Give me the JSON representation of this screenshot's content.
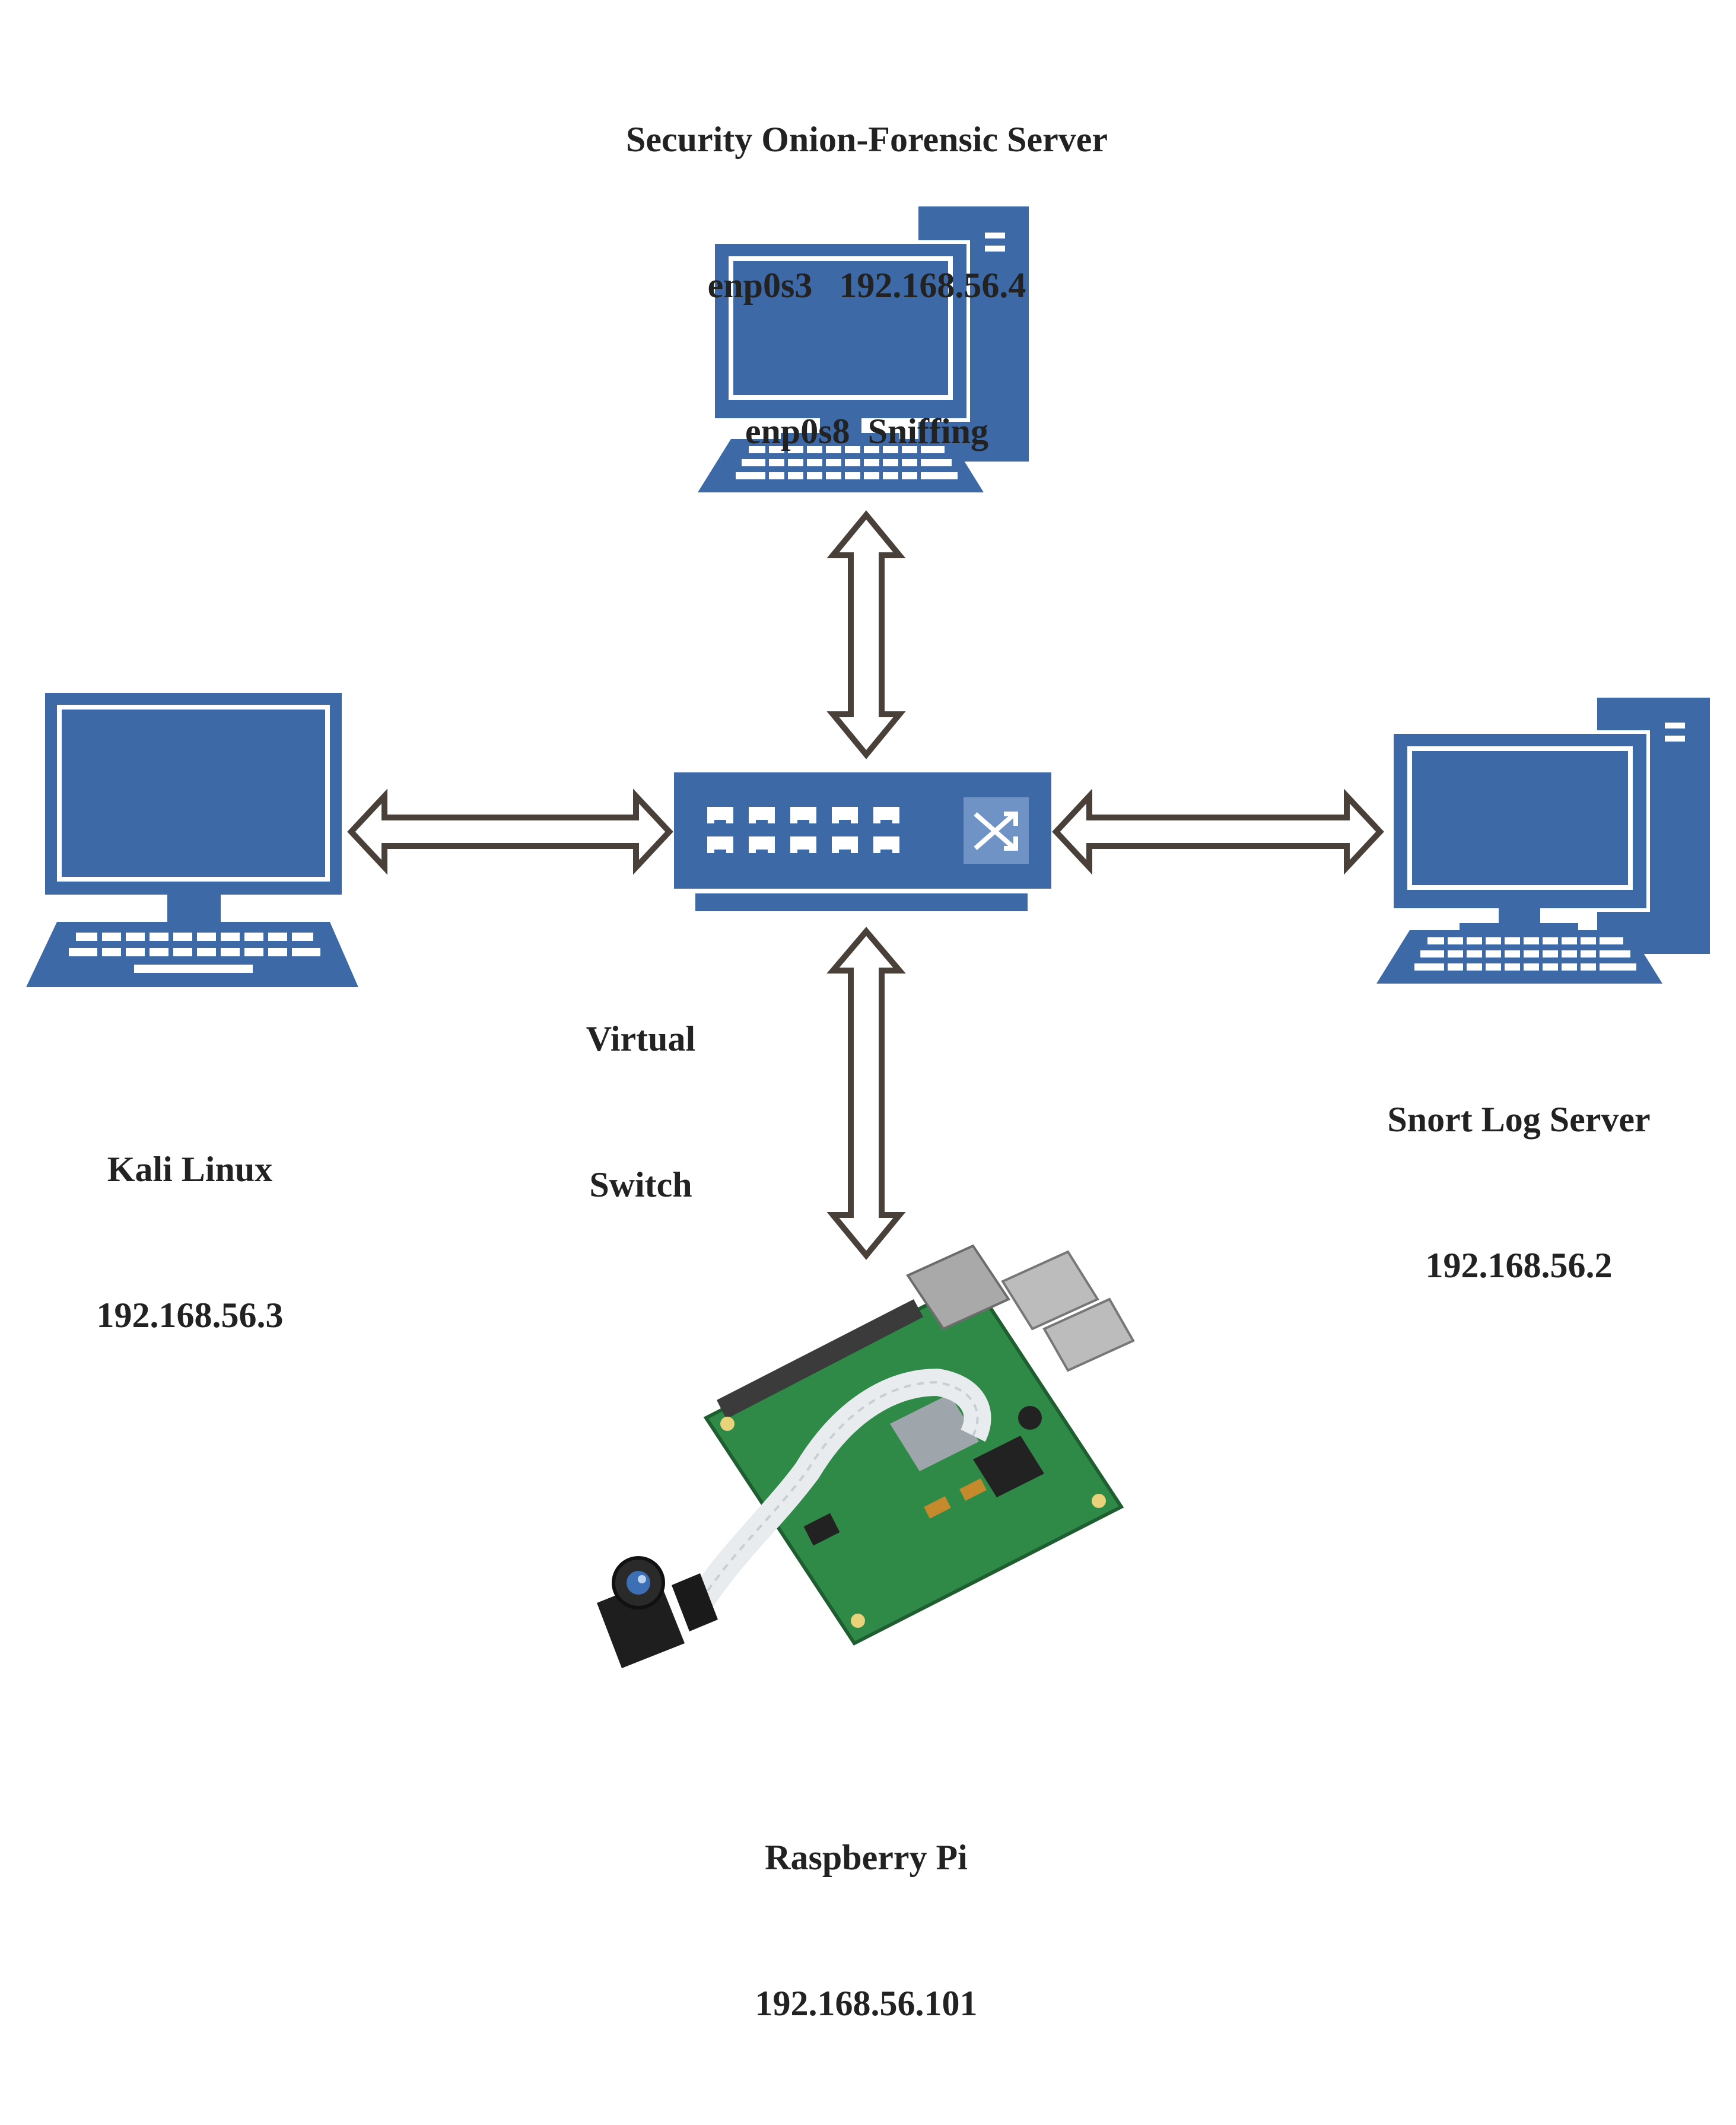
{
  "colors": {
    "device_blue": "#3d6aa6",
    "screen_blue": "#3d6aa6",
    "keys": "#ffffff",
    "arrow_stroke": "#4a403a",
    "text": "#222222",
    "pcb_green": "#2f8a47",
    "ribbon": "#e9ecef"
  },
  "nodes": {
    "security_onion": {
      "name": "Security Onion-Forensic Server",
      "line2": "enp0s3   192.168.56.4",
      "line3": "enp0s8  Sniffing",
      "icon": "desktop-computer-icon"
    },
    "kali": {
      "name": "Kali Linux",
      "ip": "192.168.56.3",
      "icon": "laptop-icon"
    },
    "virtual_switch": {
      "line1": "Virtual",
      "line2": "Switch",
      "icon": "network-switch-icon"
    },
    "snort": {
      "name": "Snort Log Server",
      "ip": "192.168.56.2",
      "icon": "desktop-computer-icon"
    },
    "raspberry_pi": {
      "name": "Raspberry Pi",
      "ip": "192.168.56.101",
      "icon": "raspberry-pi-with-camera-icon"
    }
  },
  "connections": [
    {
      "from": "Virtual Switch",
      "to": "Security Onion-Forensic Server",
      "style": "double-headed hollow arrow"
    },
    {
      "from": "Virtual Switch",
      "to": "Kali Linux",
      "style": "double-headed hollow arrow"
    },
    {
      "from": "Virtual Switch",
      "to": "Snort Log Server",
      "style": "double-headed hollow arrow"
    },
    {
      "from": "Virtual Switch",
      "to": "Raspberry Pi",
      "style": "double-headed hollow arrow"
    }
  ]
}
